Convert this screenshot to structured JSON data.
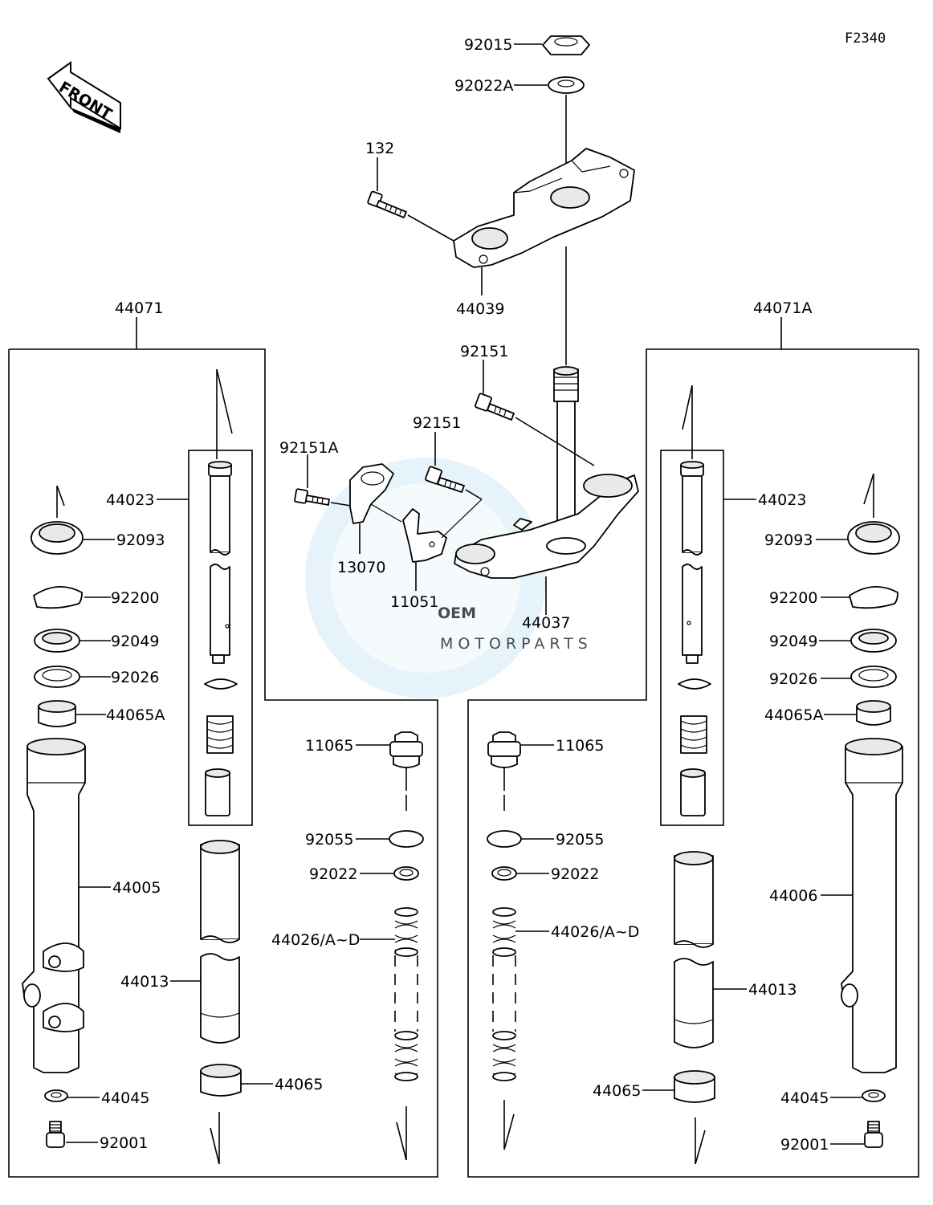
{
  "diagram_code": "F2340",
  "front_label": "FRONT",
  "watermark": {
    "brand": "OEM",
    "sub": "MOTORPARTS"
  },
  "top": {
    "p92015": "92015",
    "p92022A": "92022A",
    "p132": "132",
    "p44039": "44039",
    "p92151_top": "92151",
    "p92151_mid": "92151",
    "p92151A": "92151A",
    "p13070": "13070",
    "p11051": "11051",
    "p44037": "44037"
  },
  "left_fork": {
    "assembly": "44071",
    "p44023": "44023",
    "p92093": "92093",
    "p92200": "92200",
    "p92049": "92049",
    "p92026": "92026",
    "p44065A": "44065A",
    "p44005": "44005",
    "p44013": "44013",
    "p44065": "44065",
    "p44045": "44045",
    "p92001": "92001",
    "p11065": "11065",
    "p92055": "92055",
    "p92022": "92022",
    "p44026": "44026/A~D"
  },
  "right_fork": {
    "assembly": "44071A",
    "p44023": "44023",
    "p92093": "92093",
    "p92200": "92200",
    "p92049": "92049",
    "p92026": "92026",
    "p44065A": "44065A",
    "p44006": "44006",
    "p44013": "44013",
    "p44065": "44065",
    "p44045": "44045",
    "p92001": "92001",
    "p11065": "11065",
    "p92055": "92055",
    "p92022": "92022",
    "p44026": "44026/A~D"
  }
}
